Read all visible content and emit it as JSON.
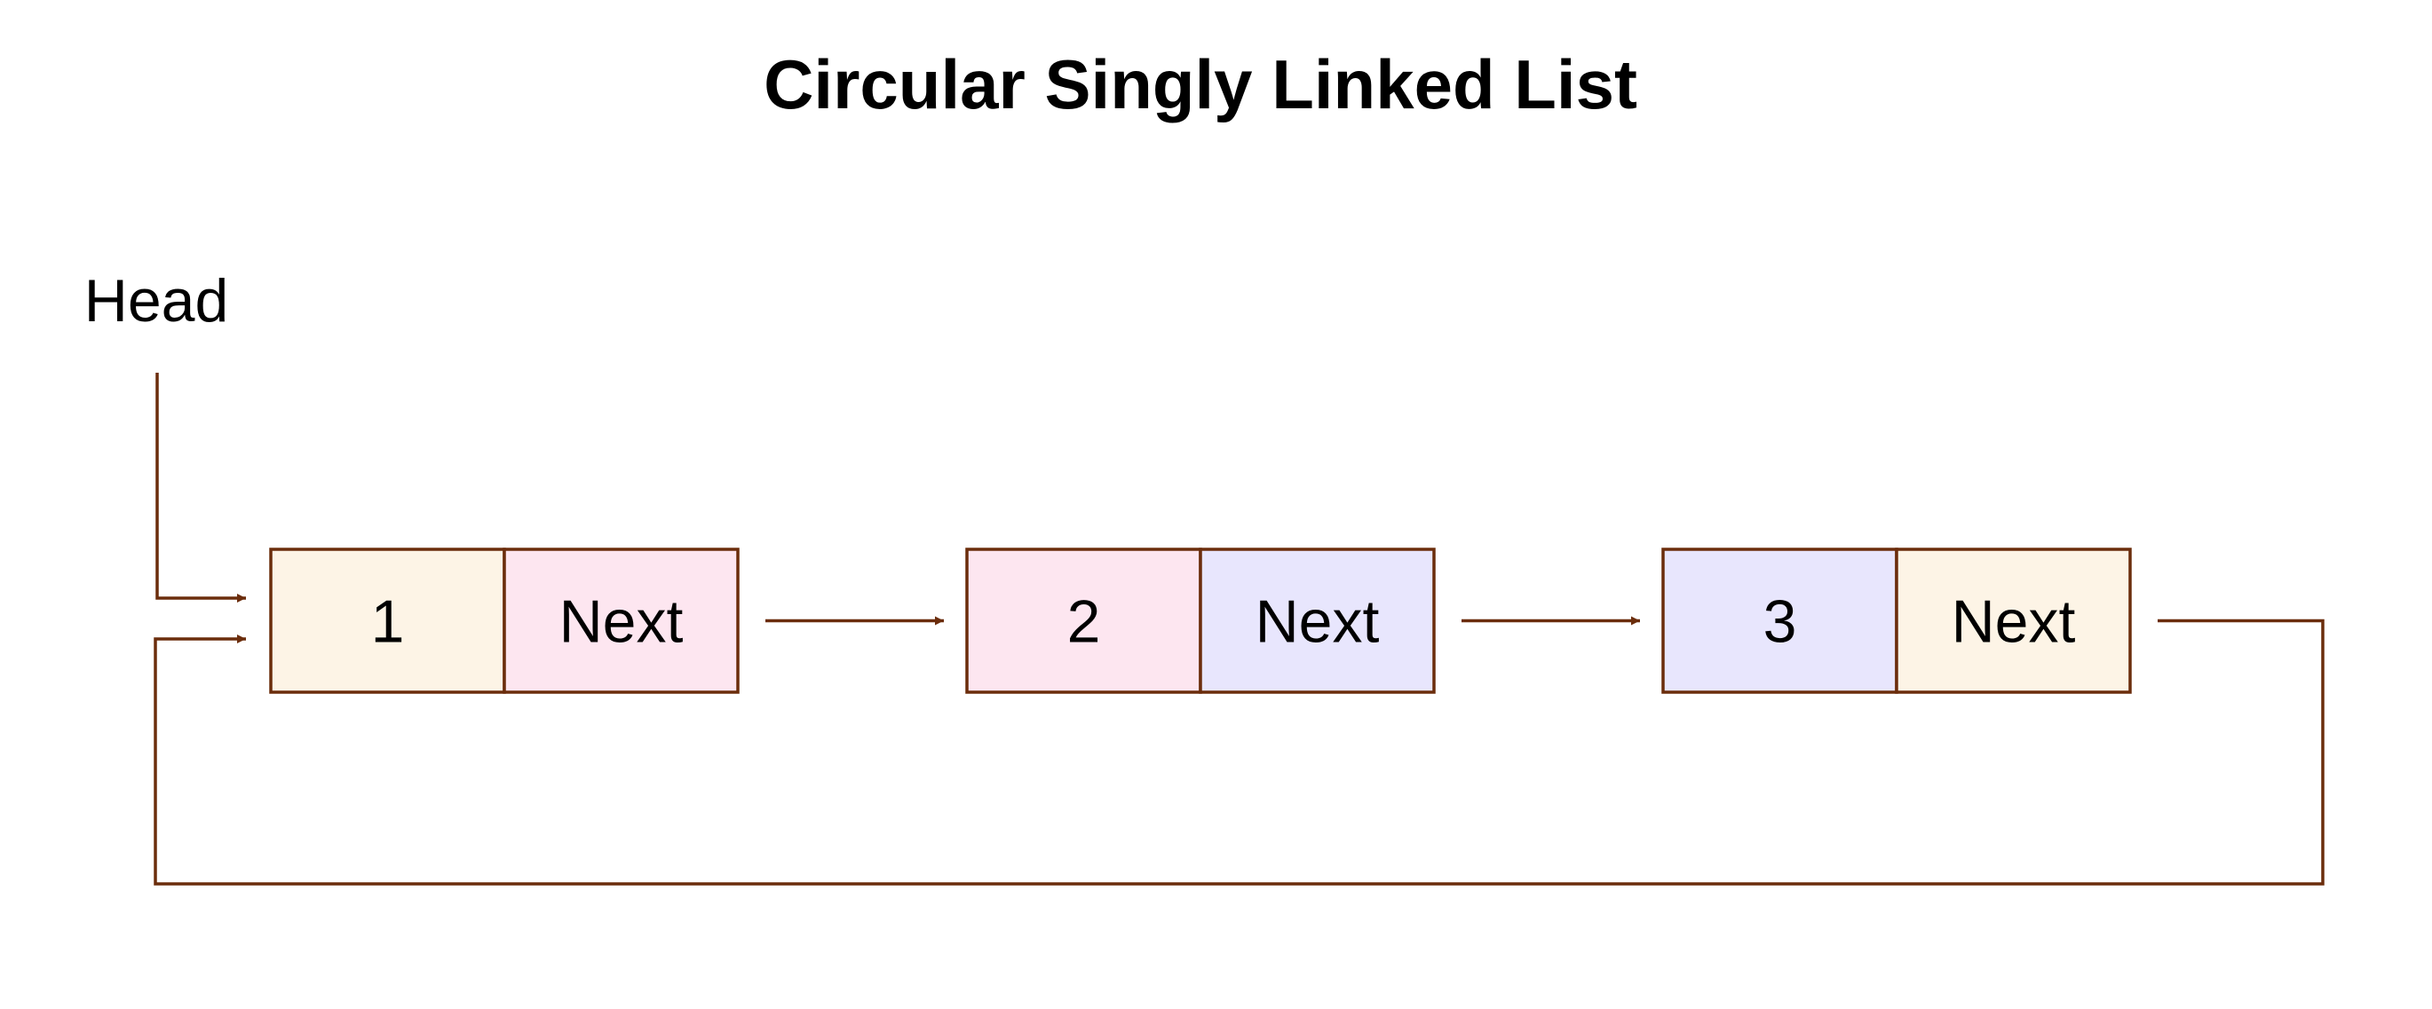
{
  "title": "Circular Singly Linked List",
  "head_label": "Head",
  "colors": {
    "stroke": "#6b2d0c",
    "cream": "#fdf4e6",
    "pink": "#fde6f0",
    "lavender": "#e8e6fd"
  },
  "nodes": [
    {
      "value": "1",
      "next_label": "Next",
      "value_fill": "cream",
      "next_fill": "pink"
    },
    {
      "value": "2",
      "next_label": "Next",
      "value_fill": "pink",
      "next_fill": "lavender"
    },
    {
      "value": "3",
      "next_label": "Next",
      "value_fill": "lavender",
      "next_fill": "cream"
    }
  ]
}
